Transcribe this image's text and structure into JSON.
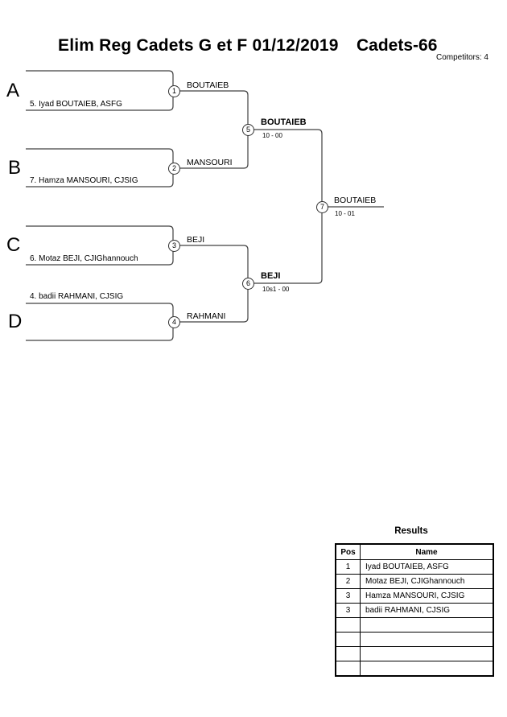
{
  "header": {
    "title": "Elim Reg Cadets G et F  01/12/2019",
    "category": "Cadets-66",
    "competitors_label": "Competitors: 4"
  },
  "bracket": {
    "groups": [
      {
        "letter": "A",
        "participant": "5. Iyad BOUTAIEB, ASFG"
      },
      {
        "letter": "B",
        "participant": "7. Hamza MANSOURI, CJSIG"
      },
      {
        "letter": "C",
        "participant": "6. Motaz BEJI, CJIGhannouch"
      },
      {
        "letter": "D",
        "participant": "4. badii RAHMANI, CJSIG"
      }
    ],
    "matches": [
      {
        "number": "1",
        "winner": "BOUTAIEB",
        "score": ""
      },
      {
        "number": "2",
        "winner": "MANSOURI",
        "score": ""
      },
      {
        "number": "3",
        "winner": "BEJI",
        "score": ""
      },
      {
        "number": "4",
        "winner": "RAHMANI",
        "score": ""
      },
      {
        "number": "5",
        "winner": "BOUTAIEB",
        "score": "10 - 00"
      },
      {
        "number": "6",
        "winner": "BEJI",
        "score": "10s1 - 00"
      },
      {
        "number": "7",
        "winner": "BOUTAIEB",
        "score": "10 - 01"
      }
    ]
  },
  "results": {
    "title": "Results",
    "columns": [
      "Pos",
      "Name"
    ],
    "rows": [
      {
        "pos": "1",
        "name": "Iyad BOUTAIEB, ASFG"
      },
      {
        "pos": "2",
        "name": "Motaz BEJI, CJIGhannouch"
      },
      {
        "pos": "3",
        "name": "Hamza MANSOURI, CJSIG"
      },
      {
        "pos": "3",
        "name": "badii RAHMANI, CJSIG"
      },
      {
        "pos": "",
        "name": ""
      },
      {
        "pos": "",
        "name": ""
      },
      {
        "pos": "",
        "name": ""
      },
      {
        "pos": "",
        "name": ""
      }
    ]
  }
}
